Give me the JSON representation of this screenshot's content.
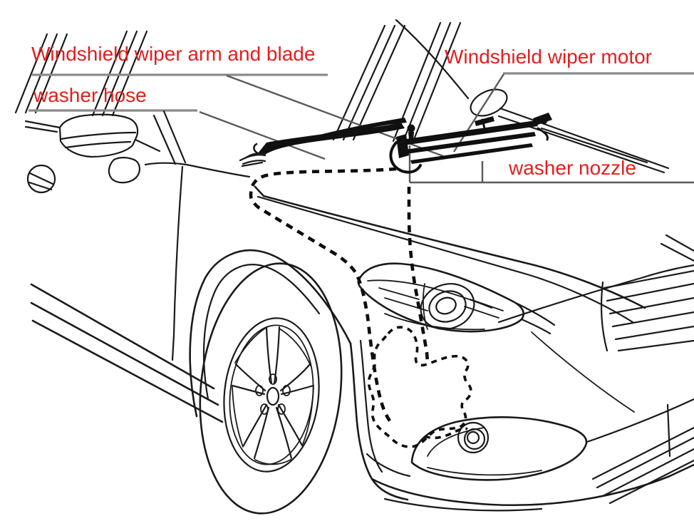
{
  "diagram": {
    "type": "automotive-parts-line-drawing",
    "subject": "Windshield washer and wiper system component locations on car front end",
    "background_color": "#ffffff",
    "line_color": "#1a1a1a",
    "label_color": "#e41e1e",
    "leader_line_color": "#8a8a8a",
    "labels": {
      "wiper_arm_blade": "Windshield wiper arm and blade",
      "washer_hose": "washer hose",
      "wiper_motor": "Windshield wiper motor",
      "washer_nozzle": "washer nozzle"
    },
    "parts_list": [
      "Windshield wiper arm and blade",
      "washer hose",
      "Windshield wiper motor",
      "washer nozzle"
    ]
  }
}
